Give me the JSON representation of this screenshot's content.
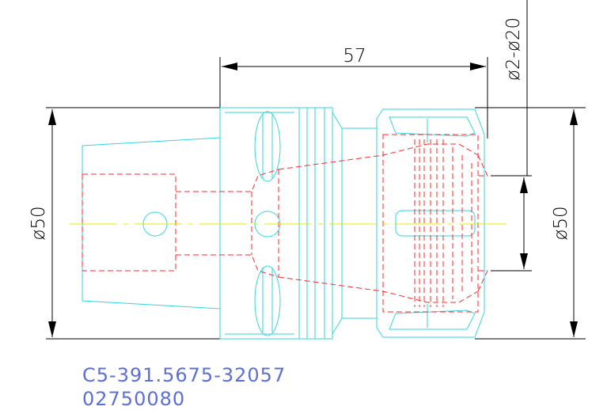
{
  "dimensions": {
    "top_length": "57",
    "left_diameter": "ø50",
    "right_diameter": "ø50",
    "clamping_range": "ø2-ø20"
  },
  "part_codes": {
    "line1": "C5-391.5675-32057",
    "line2": "02750080"
  },
  "colors": {
    "outline": "#33d6e0",
    "hidden_lines": "#ff2a2a",
    "centerline": "#e8e800",
    "dimensions": "#000000",
    "code_text": "#5b6fd6"
  }
}
